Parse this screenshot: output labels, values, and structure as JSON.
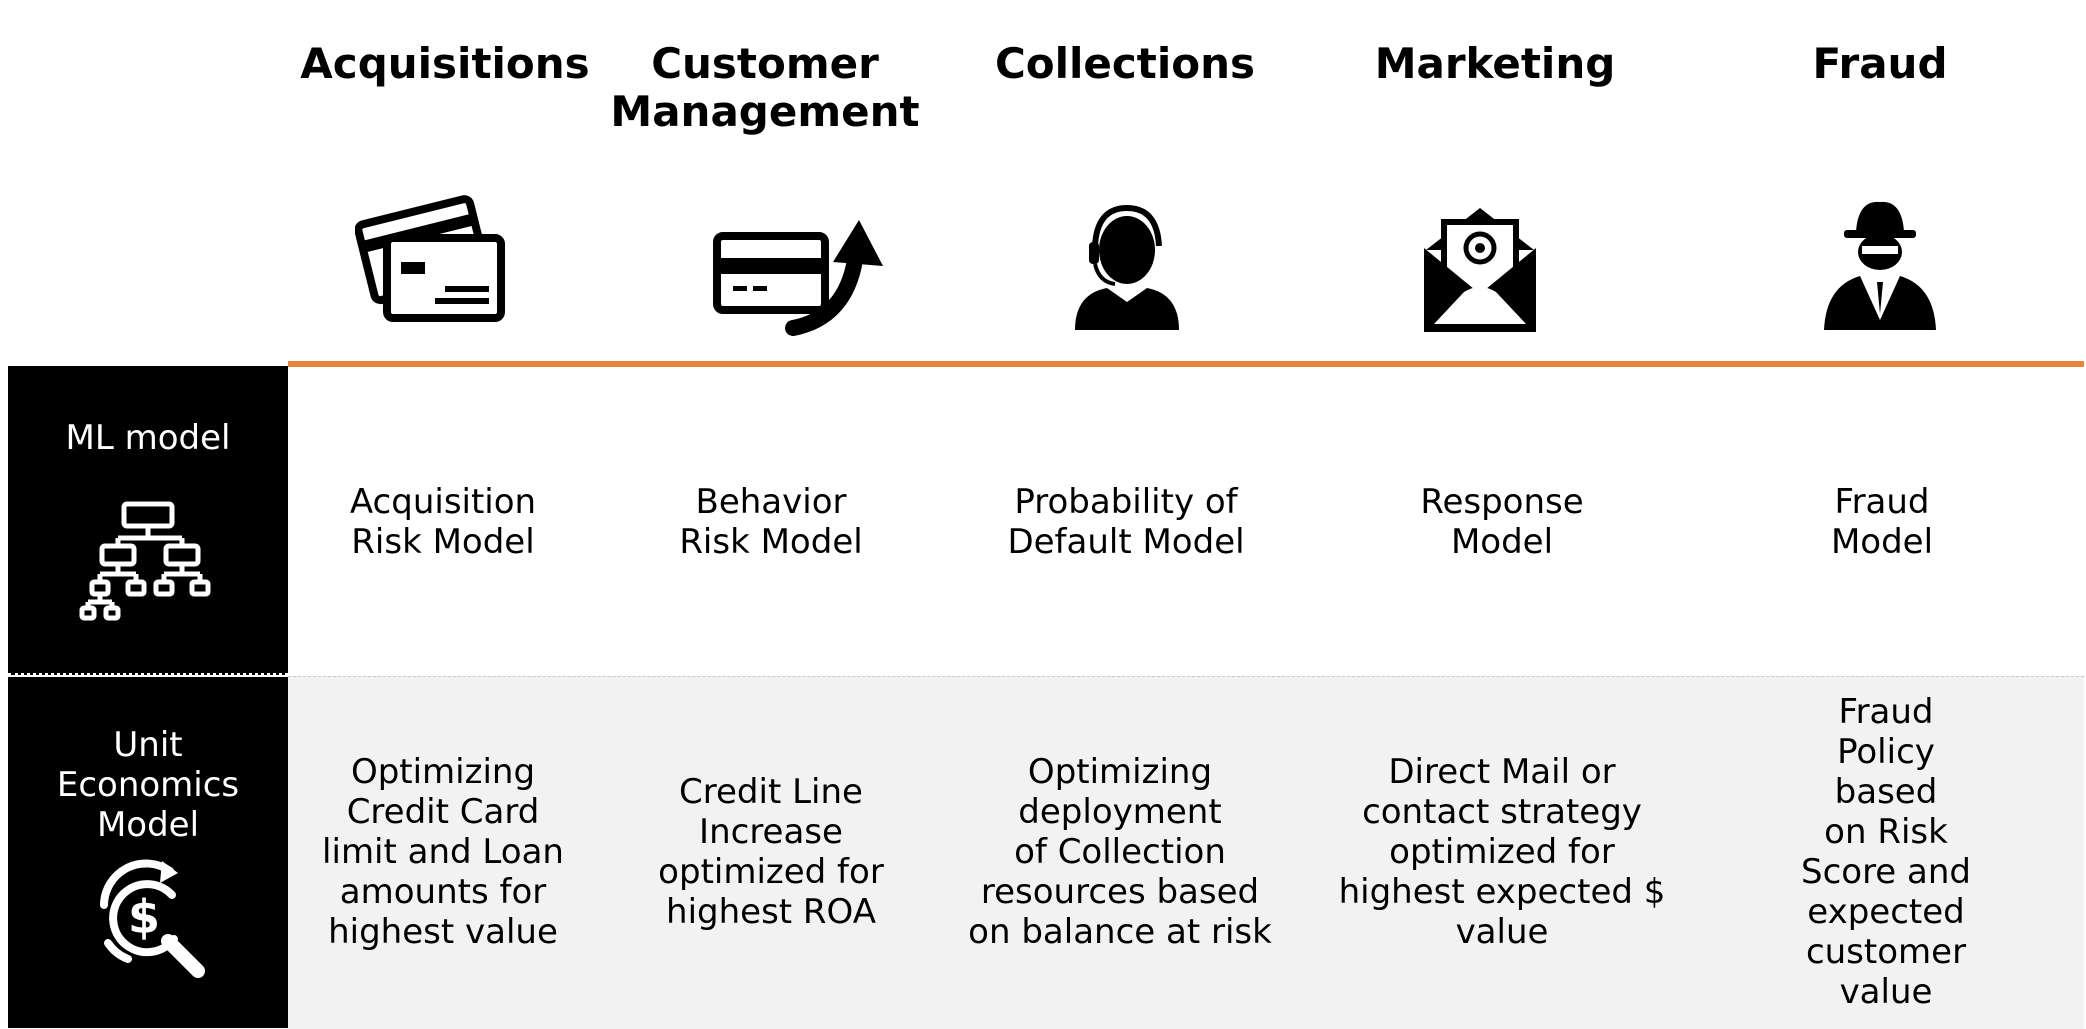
{
  "columns": [
    {
      "header": "Acquisitions",
      "icon": "credit-cards-icon",
      "ml_model": "Acquisition\nRisk Model",
      "unit_economics": "Optimizing\nCredit Card\nlimit and Loan\namounts for\nhighest value"
    },
    {
      "header": "Customer\nManagement",
      "icon": "credit-card-arrow-up-icon",
      "ml_model": "Behavior\nRisk Model",
      "unit_economics": "Credit Line\nIncrease\noptimized for\nhighest ROA"
    },
    {
      "header": "Collections",
      "icon": "headset-agent-icon",
      "ml_model": "Probability of\nDefault Model",
      "unit_economics": "Optimizing\ndeployment\nof Collection\nresources based\non balance at risk"
    },
    {
      "header": "Marketing",
      "icon": "email-envelope-icon",
      "ml_model": "Response\nModel",
      "unit_economics": "Direct Mail or\ncontact strategy\noptimized for\nhighest expected $\nvalue"
    },
    {
      "header": "Fraud",
      "icon": "spy-agent-icon",
      "ml_model": "Fraud\nModel",
      "unit_economics": "Fraud Policy based\non Risk Score and\nexpected customer\nvalue"
    }
  ],
  "rows": {
    "ml_model": {
      "label": "ML model",
      "icon": "hierarchy-tree-icon"
    },
    "unit_economics": {
      "label": "Unit\nEconomics\nModel",
      "icon": "dollar-cycle-search-icon"
    }
  },
  "colors": {
    "accent": "#e8833a",
    "sidebar": "#000000",
    "shaded_row": "#f2f2f2"
  }
}
